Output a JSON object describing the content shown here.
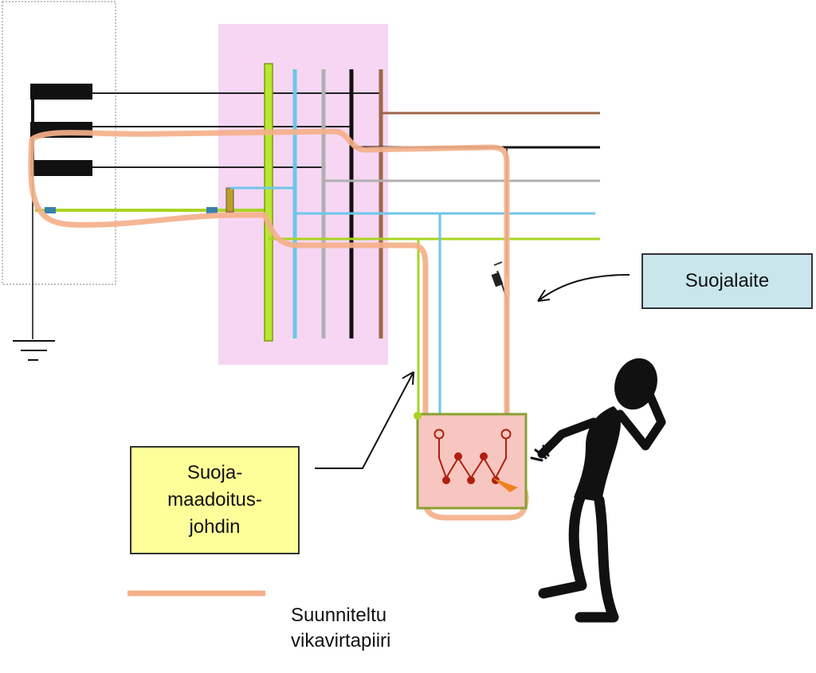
{
  "colors": {
    "background": "#ffffff",
    "cabinet": "#f6d6f3",
    "protective_earth": "#a8d420",
    "neutral": "#6ec6e8",
    "phase_grey": "#b0b0b0",
    "phase_black": "#111111",
    "phase_brown": "#a0664a",
    "fault_circuit": "#f4b08a",
    "device_fill": "#f7c6c0",
    "device_border": "#8aa030",
    "resistor": "#b02010",
    "label_blue_fill": "#c8e6ec",
    "label_yellow_fill": "#ffff99"
  },
  "labels": {
    "protective_device": "Suojalaite",
    "earth_conductor_lines": [
      "Suoja-",
      "maadoitus-",
      "johdin"
    ],
    "legend_lines": [
      "Suunniteltu",
      "vikavirtapiiri"
    ]
  },
  "icons": {
    "ground": "ground-symbol-icon",
    "person": "person-holding-head-icon",
    "breaker": "breaker-switch-icon",
    "heater": "heating-element-icon"
  }
}
